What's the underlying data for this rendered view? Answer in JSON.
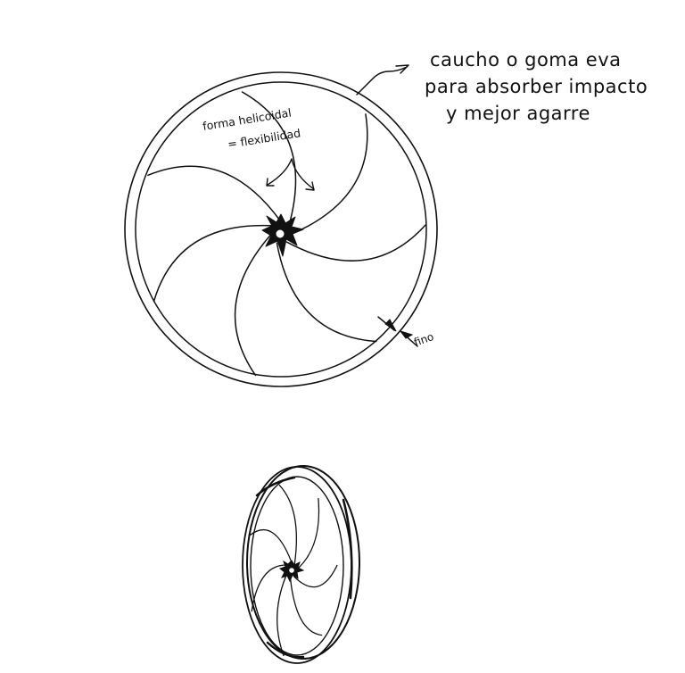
{
  "annotations": {
    "material": {
      "line1": "caucho o goma eva",
      "line2": "para absorber impacto",
      "line3": "y mejor agarre"
    },
    "shape": {
      "line1": "forma helicoidal",
      "line2": "= flexibilidad"
    },
    "rim": "fino"
  },
  "wheel": {
    "spoke_count": 7,
    "spoke_style": "helicoidal"
  }
}
